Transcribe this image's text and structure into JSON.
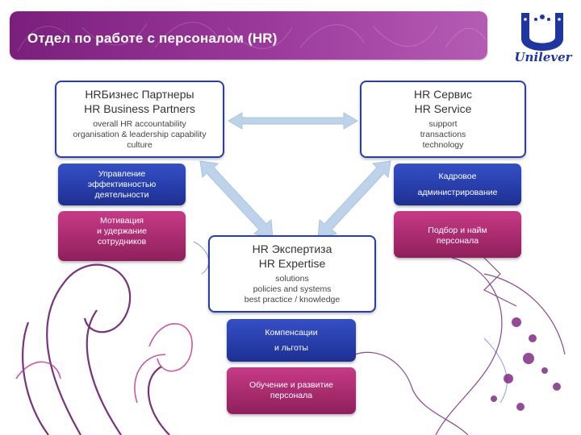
{
  "banner": {
    "title": "Отдел по работе с персоналом (HR)"
  },
  "logo": {
    "word": "Unilever"
  },
  "colors": {
    "purple": "#8a2b8c",
    "blue": "#2a3ea8",
    "pink": "#b33079",
    "arrow": "#bcd3ea"
  },
  "partners": {
    "title_ru": "HRБизнес Партнеры",
    "title_en": "HR Business Partners",
    "lines": [
      "overall HR accountability",
      "organisation & leadership capability",
      "culture"
    ]
  },
  "service": {
    "title_ru": "HR Сервис",
    "title_en": "HR Service",
    "lines": [
      "support",
      "transactions",
      "technology"
    ]
  },
  "expertise": {
    "title_ru": "HR Экспертиза",
    "title_en": "HR Expertise",
    "lines": [
      "solutions",
      "policies and systems",
      "best practice / knowledge"
    ]
  },
  "pills": {
    "performance": [
      "Управление",
      "эффективностью",
      "деятельности"
    ],
    "motivation": [
      "Мотивация",
      "и удержание",
      "сотрудников"
    ],
    "admin": [
      "Кадровое",
      "администрирование"
    ],
    "recruit": [
      "Подбор и найм",
      "персонала"
    ],
    "comp": [
      "Компенсации",
      "и льготы"
    ],
    "training": [
      "Обучение и развитие",
      "персонала"
    ]
  }
}
